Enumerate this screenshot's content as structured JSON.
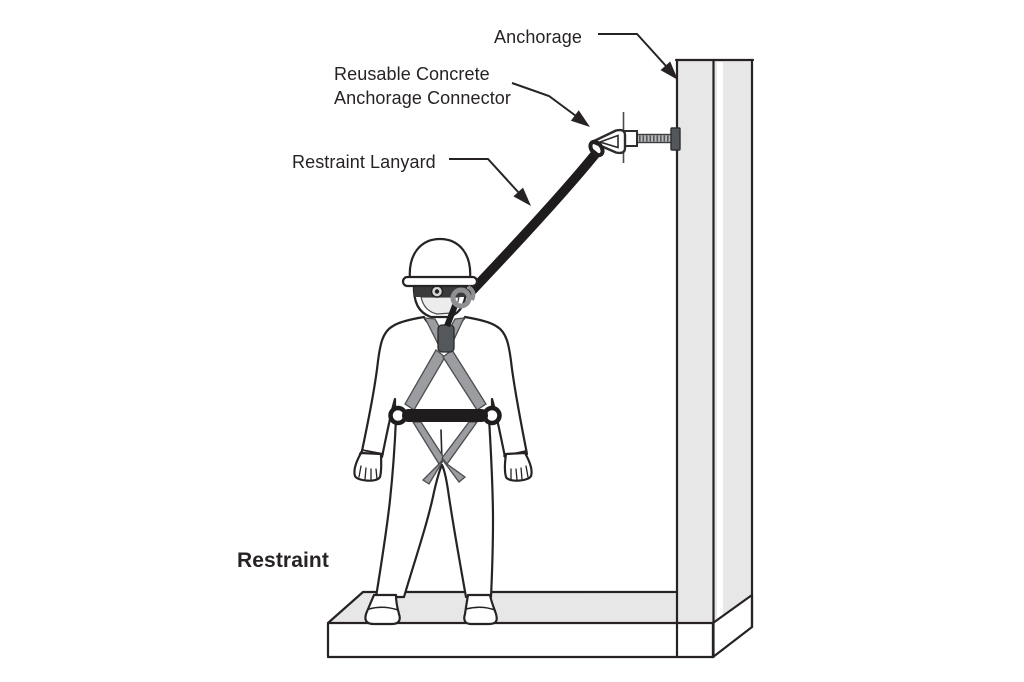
{
  "caption": "Restraint",
  "callouts": {
    "anchorage": "Anchorage",
    "connector_line_1": "Reusable Concrete",
    "connector_line_2": "Anchorage Connector",
    "lanyard": "Restraint Lanyard"
  },
  "colors": {
    "ink": "#272324",
    "surface_gray": "#e8e7e7",
    "harness_gray": "#9b9da0",
    "hardware_dark": "#55585b",
    "lanyard_black": "#1f1c1d"
  }
}
